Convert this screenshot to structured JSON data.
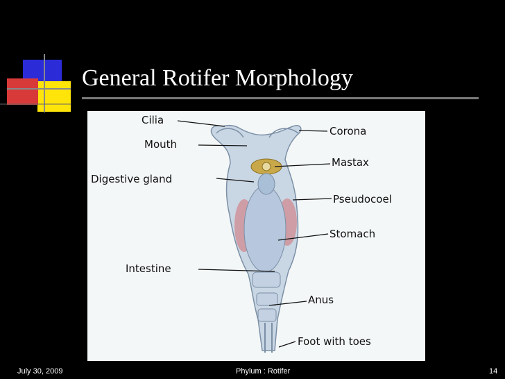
{
  "slide": {
    "title": "General Rotifer Morphology",
    "footer_date": "July 30, 2009",
    "footer_center": "Phylum : Rotifer",
    "page_number": "14"
  },
  "diagram": {
    "labels": {
      "cilia": "Cilia",
      "mouth": "Mouth",
      "digestive_gland": "Digestive gland",
      "intestine": "Intestine",
      "corona": "Corona",
      "mastax": "Mastax",
      "pseudocoel": "Pseudocoel",
      "stomach": "Stomach",
      "anus": "Anus",
      "foot": "Foot with toes"
    }
  },
  "colors": {
    "background": "#000000",
    "title": "#ffffff",
    "rule": "#7a7a7a",
    "deco_blue": "#2b2bd8",
    "deco_red": "#d83a3a",
    "deco_yellow": "#ffe40a",
    "body_fill": "#c9d6e4",
    "gland_pink": "#cf8f95",
    "mastax_gold": "#c9a84a"
  }
}
